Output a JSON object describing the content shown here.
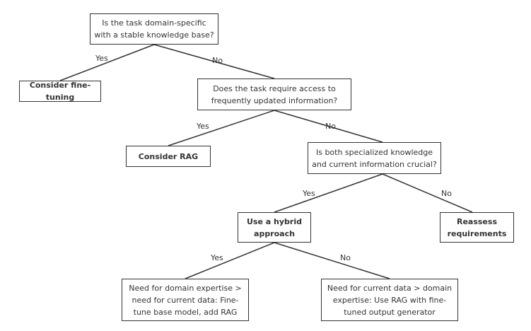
{
  "nodes": {
    "q1": "Is the task domain-specific with a stable knowledge base?",
    "finetune": "Consider fine-tuning",
    "q2": "Does the task require access to frequently updated information?",
    "rag": "Consider RAG",
    "q3": "Is both specialized knowledge and current information crucial?",
    "hybrid": "Use a hybrid approach",
    "reassess": "Reassess requirements",
    "leaf_left": "Need for domain expertise > need for current data: Fine-tune base model, add RAG",
    "leaf_right": "Need for current data > domain expertise: Use RAG with fine-tuned output generator"
  },
  "edges": {
    "q1_yes": "Yes",
    "q1_no": "No",
    "q2_yes": "Yes",
    "q2_no": "No",
    "q3_yes": "Yes",
    "q3_no": "No",
    "hybrid_yes": "Yes",
    "hybrid_no": "No"
  },
  "colors": {
    "line": "#333333",
    "text": "#333333",
    "box_border": "#333333",
    "background": "#ffffff"
  }
}
